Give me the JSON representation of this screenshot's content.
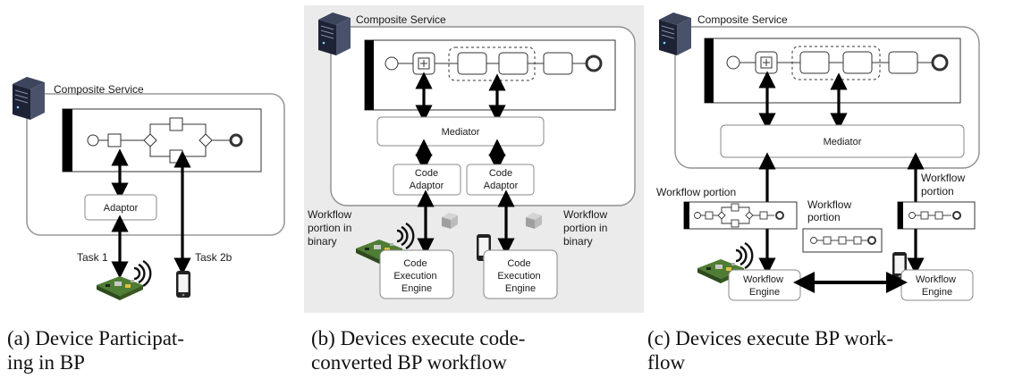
{
  "panel_a": {
    "composite_service": "Composite Service",
    "adaptor": "Adaptor",
    "task1": "Task 1",
    "task2b": "Task 2b",
    "caption_line1": "(a) Device Participat-",
    "caption_line2": "ing in BP"
  },
  "panel_b": {
    "composite_service": "Composite Service",
    "mediator": "Mediator",
    "code_adaptor_1_line1": "Code",
    "code_adaptor_1_line2": "Adaptor",
    "code_adaptor_2_line1": "Code",
    "code_adaptor_2_line2": "Adaptor",
    "workflow_binary_left": [
      "Workflow",
      "portion in",
      "binary"
    ],
    "workflow_binary_right": [
      "Workflow",
      "portion in",
      "binary"
    ],
    "engine_1": [
      "Code",
      "Execution",
      "Engine"
    ],
    "engine_2": [
      "Code",
      "Execution",
      "Engine"
    ],
    "caption_line1": "(b) Devices execute code-",
    "caption_line2": "converted BP workflow"
  },
  "panel_c": {
    "composite_service": "Composite Service",
    "mediator": "Mediator",
    "workflow_portion_left": "Workflow portion",
    "workflow_portion_middle": [
      "Workflow",
      "portion"
    ],
    "workflow_portion_right": [
      "Workflow",
      "portion"
    ],
    "engine_1": [
      "Workflow",
      "Engine"
    ],
    "engine_2": [
      "Workflow",
      "Engine"
    ],
    "caption_line1": "(c) Devices execute BP work-",
    "caption_line2": "flow"
  },
  "colors": {
    "server_dark": "#232a3c",
    "server_light": "#5a6178",
    "board_green": "#3f6a2a",
    "arrow": "#000000",
    "container_stroke": "#8a8a8a",
    "gray_box": "#a9a9a9"
  },
  "icons": [
    "server-icon",
    "circuit-board-icon",
    "wireless-signal-icon",
    "smartphone-icon",
    "binary-cube-icon"
  ]
}
